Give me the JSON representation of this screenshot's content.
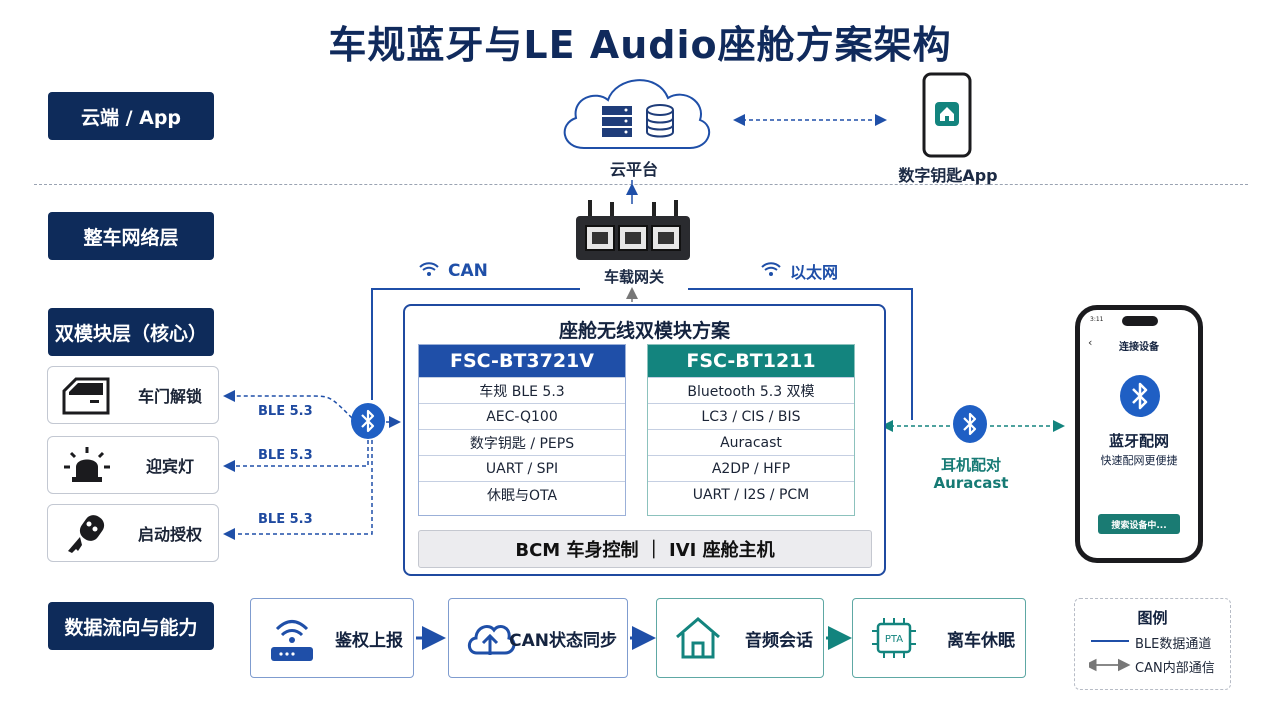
{
  "title": "车规蓝牙与LE Audio座舱方案架构",
  "layers": {
    "cloud": "云端 / App",
    "vehicle_network": "整车网络层",
    "dual_mode": "双模块层（核心）",
    "data_flow": "数据流向与能力"
  },
  "cloud": {
    "platform_label": "云平台",
    "app_label": "数字钥匙App"
  },
  "gateway": {
    "label": "车载网关",
    "can_label": "CAN",
    "ethernet_label": "以太网"
  },
  "module": {
    "title": "座舱无线双模块方案",
    "chip_a": {
      "name": "FSC-BT3721V",
      "color": "#1f4fa8",
      "rows": [
        "车规 BLE 5.3",
        "AEC-Q100",
        "数字钥匙 / PEPS",
        "UART / SPI",
        "休眠与OTA"
      ]
    },
    "chip_b": {
      "name": "FSC-BT1211",
      "color": "#13847e",
      "rows": [
        "Bluetooth 5.3 双模",
        "LC3 / CIS / BIS",
        "Auracast",
        "A2DP / HFP",
        "UART / I2S / PCM"
      ]
    },
    "bottom_bar": "BCM 车身控制 ｜ IVI 座舱主机"
  },
  "devices": [
    {
      "label": "车门解锁",
      "icon": "car-door-icon",
      "link": "BLE 5.3"
    },
    {
      "label": "迎宾灯",
      "icon": "welcome-light-icon",
      "link": "BLE 5.3"
    },
    {
      "label": "启动授权",
      "icon": "car-key-icon",
      "link": "BLE 5.3"
    }
  ],
  "right": {
    "pairing_line1": "耳机配对",
    "pairing_line2": "Auracast"
  },
  "phone": {
    "time": "3:11",
    "header": "连接设备",
    "title": "蓝牙配网",
    "subtitle": "快速配网更便捷",
    "button": "搜索设备中..."
  },
  "flow": [
    {
      "label": "鉴权上报",
      "icon": "wifi-router-icon"
    },
    {
      "label": "CAN状态同步",
      "icon": "cloud-upload-icon"
    },
    {
      "label": "音频会话",
      "icon": "home-icon"
    },
    {
      "label": "离车休眠",
      "icon": "pta-chip-icon"
    }
  ],
  "legend": {
    "title": "图例",
    "ble": "BLE数据通道",
    "can": "CAN内部通信"
  },
  "colors": {
    "navy": "#0e2b5a",
    "blue": "#1f4fa8",
    "teal": "#13847e"
  }
}
